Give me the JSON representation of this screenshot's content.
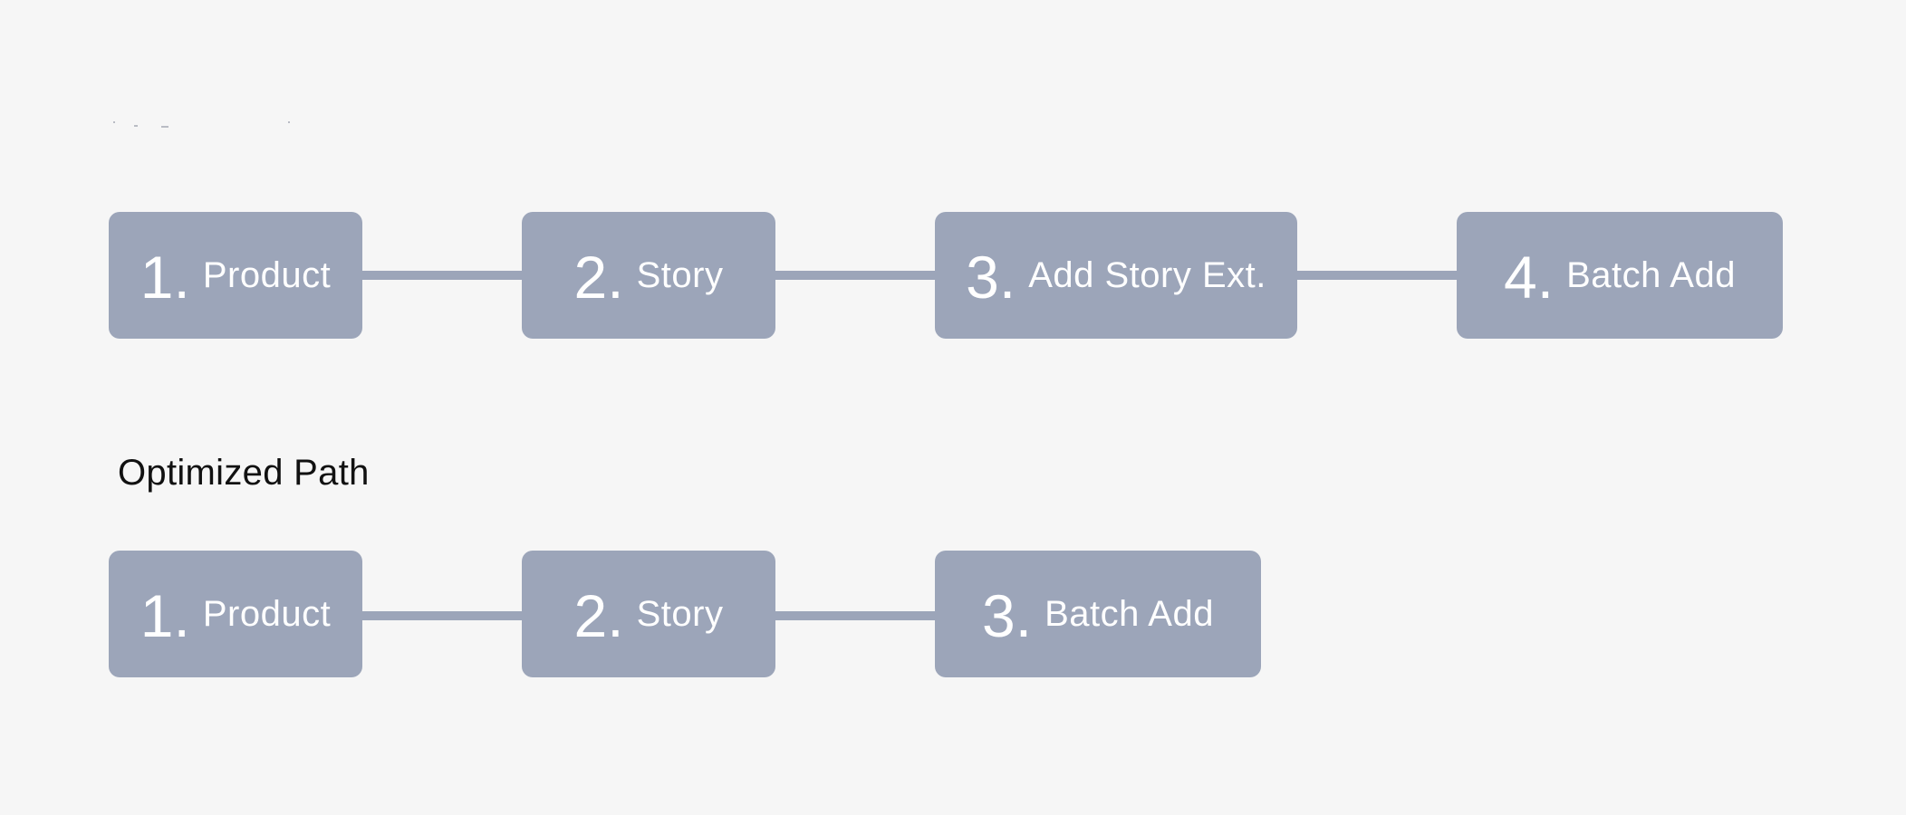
{
  "sections": [
    {
      "title": "",
      "steps": [
        {
          "number": "1.",
          "label": "Product"
        },
        {
          "number": "2.",
          "label": "Story"
        },
        {
          "number": "3.",
          "label": "Add Story Ext."
        },
        {
          "number": "4.",
          "label": "Batch Add"
        }
      ]
    },
    {
      "title": "Optimized Path",
      "steps": [
        {
          "number": "1.",
          "label": "Product"
        },
        {
          "number": "2.",
          "label": "Story"
        },
        {
          "number": "3.",
          "label": "Batch Add"
        }
      ]
    }
  ],
  "colors": {
    "background": "#f6f6f6",
    "step_fill": "#9ca5b9",
    "step_text": "#ffffff",
    "title_text": "#111111"
  }
}
